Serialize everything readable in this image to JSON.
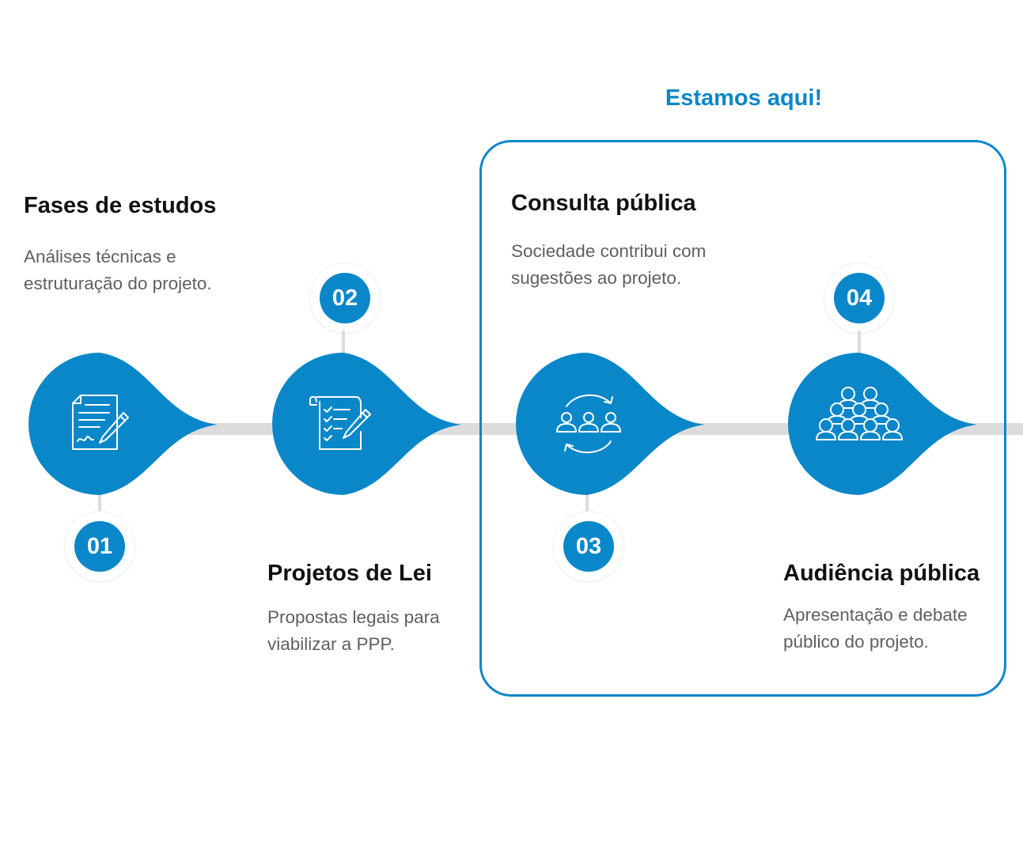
{
  "here_label": "Estamos aqui!",
  "accent_color": "#0a87c9",
  "steps": [
    {
      "number": "01",
      "title": "Fases de estudos",
      "desc_line1": "Análises técnicas e",
      "desc_line2": "estruturação do projeto.",
      "icon": "document-pen-icon"
    },
    {
      "number": "02",
      "title": "Projetos de Lei",
      "desc_line1": "Propostas legais para",
      "desc_line2": "viabilizar a PPP.",
      "icon": "checklist-pen-icon"
    },
    {
      "number": "03",
      "title": "Consulta pública",
      "desc_line1": "Sociedade contribui com",
      "desc_line2": "sugestões ao projeto.",
      "icon": "people-cycle-icon"
    },
    {
      "number": "04",
      "title": "Audiência pública",
      "desc_line1": "Apresentação e debate",
      "desc_line2": "público do projeto.",
      "icon": "audience-icon"
    }
  ]
}
